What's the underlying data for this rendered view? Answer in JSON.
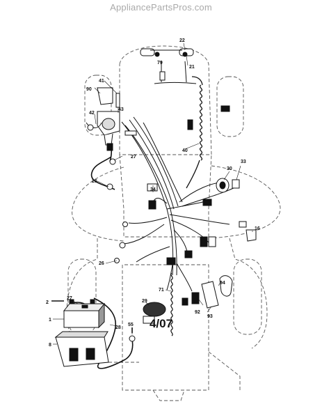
{
  "watermark": "AppliancePartsPros.com",
  "page_number": "4/07",
  "callouts": {
    "c1": "1",
    "c2": "2",
    "c8": "8",
    "c16": "16",
    "c21": "21",
    "c22": "22",
    "c25": "25",
    "c26": "26",
    "c27a": "27",
    "c27b": "27",
    "c28": "28",
    "c29": "29",
    "c30": "30",
    "c33": "33",
    "c34": "34",
    "c40": "40",
    "c41": "41",
    "c42": "42",
    "c43": "43",
    "c55": "55",
    "c71": "71",
    "c79": "79",
    "c90": "90",
    "c92": "92",
    "c93": "93",
    "c94": "94"
  }
}
